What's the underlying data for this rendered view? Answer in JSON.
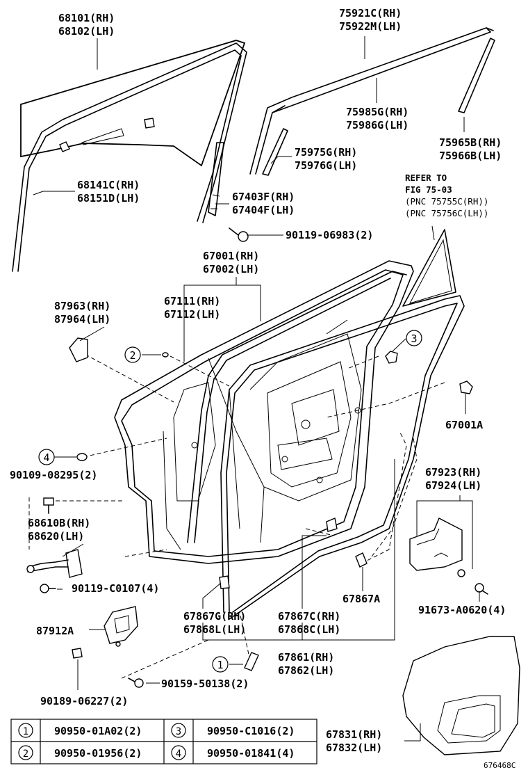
{
  "labels": {
    "glass_rh": "68101(RH)",
    "glass_lh": "68102(LH)",
    "molding_rh": "75921C(RH)",
    "molding_lh": "75922M(LH)",
    "belt_rh": "75985G(RH)",
    "belt_lh": "75986G(LH)",
    "frame_mold_rh": "75965B(RH)",
    "frame_mold_lh": "75966B(LH)",
    "sash_mold_rh": "75975G(RH)",
    "sash_mold_lh": "75976G(LH)",
    "run_rh": "68141C(RH)",
    "run_lh": "68151D(LH)",
    "channel_rh": "67403F(RH)",
    "channel_lh": "67404F(LH)",
    "bolt_06983": "90119-06983(2)",
    "refer_1": "REFER TO",
    "refer_2": "FIG 75-03",
    "refer_3": "(PNC 75755C(RH))",
    "refer_4": "(PNC 75756C(LH))",
    "panel_rh": "67001(RH)",
    "panel_lh": "67002(LH)",
    "mirror_cover_rh": "87963(RH)",
    "mirror_cover_lh": "87964(LH)",
    "weather_rh": "67111(RH)",
    "weather_lh": "67112(LH)",
    "clip_67001a": "67001A",
    "bolt_08295": "90109-08295(2)",
    "check_rh": "68610B(RH)",
    "check_lh": "68620(LH)",
    "cover_rh": "67923(RH)",
    "cover_lh": "67924(LH)",
    "bolt_c0107": "90119-C0107(4)",
    "clip_67867a": "67867A",
    "bracket": "87912A",
    "hole_g_rh": "67867G(RH)",
    "hole_l_lh": "67868L(LH)",
    "hole_c_rh": "67867C(RH)",
    "hole_c_lh": "67868C(LH)",
    "screw_a0620": "91673-A0620(4)",
    "seal_rh": "67861(RH)",
    "seal_lh": "67862(LH)",
    "screw_50138": "90159-50138(2)",
    "clip_06227": "90189-06227(2)",
    "sheet_rh": "67831(RH)",
    "sheet_lh": "67832(LH)",
    "ref_code": "676468C"
  },
  "callouts": {
    "c1": "1",
    "c2": "2",
    "c3": "3",
    "c4": "4"
  },
  "legend": [
    {
      "num": "1",
      "part": "90950-01A02(2)"
    },
    {
      "num": "2",
      "part": "90950-01956(2)"
    },
    {
      "num": "3",
      "part": "90950-C1016(2)"
    },
    {
      "num": "4",
      "part": "90950-01841(4)"
    }
  ]
}
